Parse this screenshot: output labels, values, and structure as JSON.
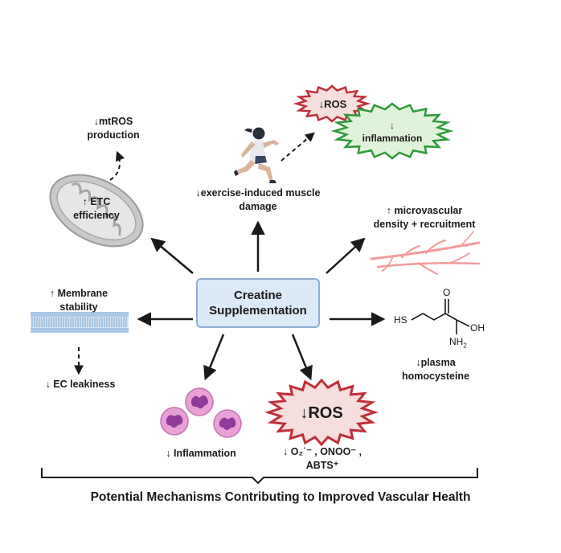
{
  "center": {
    "line1": "Creatine",
    "line2": "Supplementation"
  },
  "mito": {
    "label_line1": "↑ ETC",
    "label_line2": "efficiency",
    "result_line1": "↓mtROS",
    "result_line2": "production"
  },
  "exercise": {
    "line1": "↓exercise-induced muscle",
    "line2": "damage",
    "ros": "↓ROS",
    "inflam_line1": "↓",
    "inflam_line2": "inflammation"
  },
  "microvascular": {
    "line1": "↑ microvascular",
    "line2": "density + recruitment"
  },
  "membrane": {
    "line1": "↑ Membrane",
    "line2": "stability",
    "result": "↓ EC leakiness"
  },
  "homocysteine": {
    "formula_hs": "HS",
    "formula_o": "O",
    "formula_oh": "OH",
    "formula_nh": "NH",
    "formula_sub": "2",
    "line1": "↓plasma",
    "line2": "homocysteine"
  },
  "inflammation": {
    "label": "↓ Inflammation"
  },
  "ros_main": {
    "burst": "↓ROS",
    "line1": "↓ O₂˙⁻ , ONOO⁻ ,",
    "line2": "ABTS⁺"
  },
  "footer": {
    "title": "Potential Mechanisms Contributing to Improved Vascular Health"
  },
  "colors": {
    "arrow": "#1a1a1a",
    "box_fill": "#dce9f6",
    "box_border": "#8fb0d3",
    "ros_burst_fill": "#f6dede",
    "ros_burst_stroke": "#c0303a",
    "inflam_burst_fill": "#dff2da",
    "inflam_burst_stroke": "#2f9a3a",
    "vessel": "#f29a9a",
    "cell": "#e9a0d6",
    "nucleus": "#8e3c97",
    "mito": "#b9b9b9"
  }
}
